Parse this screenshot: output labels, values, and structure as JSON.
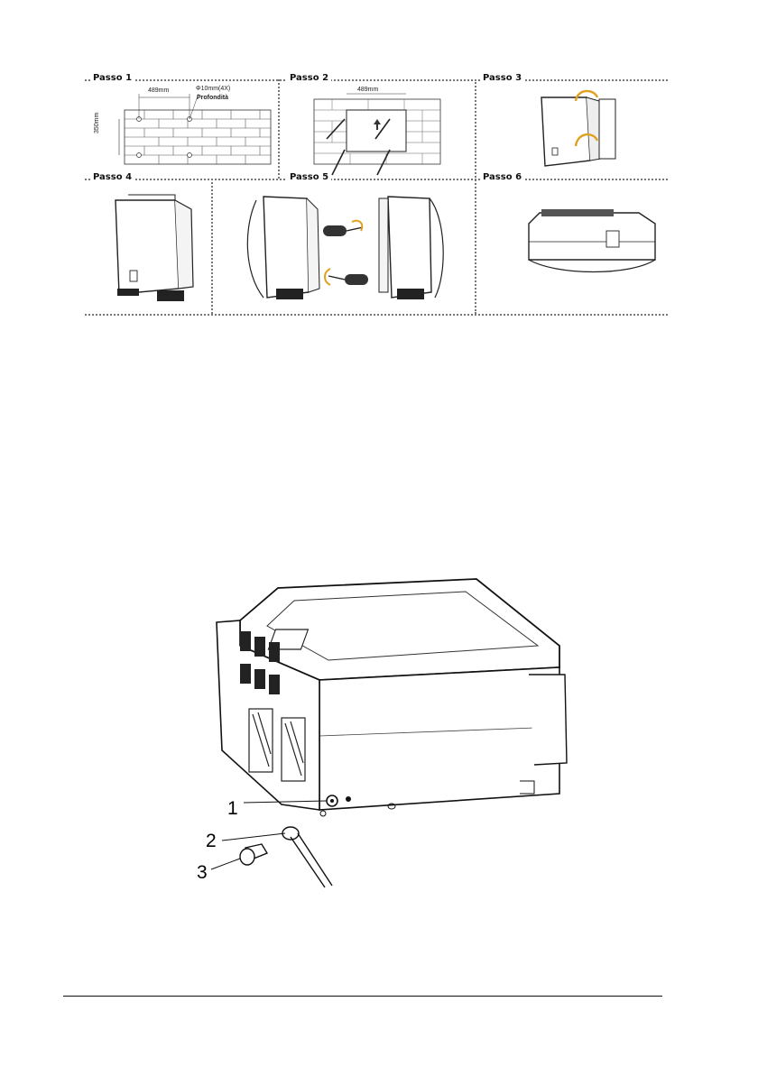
{
  "steps": [
    {
      "title": "Passo 1",
      "dim_h": "489mm",
      "dim_v": "350mm",
      "hole_note": "Φ10mm(4X)",
      "depth_note": "Profondità"
    },
    {
      "title": "Passo 2",
      "dim_h": "489mm"
    },
    {
      "title": "Passo 3"
    },
    {
      "title": "Passo 4"
    },
    {
      "title": "Passo 5"
    },
    {
      "title": "Passo 6"
    }
  ],
  "grounding": {
    "callouts": [
      "1",
      "2",
      "3"
    ]
  }
}
